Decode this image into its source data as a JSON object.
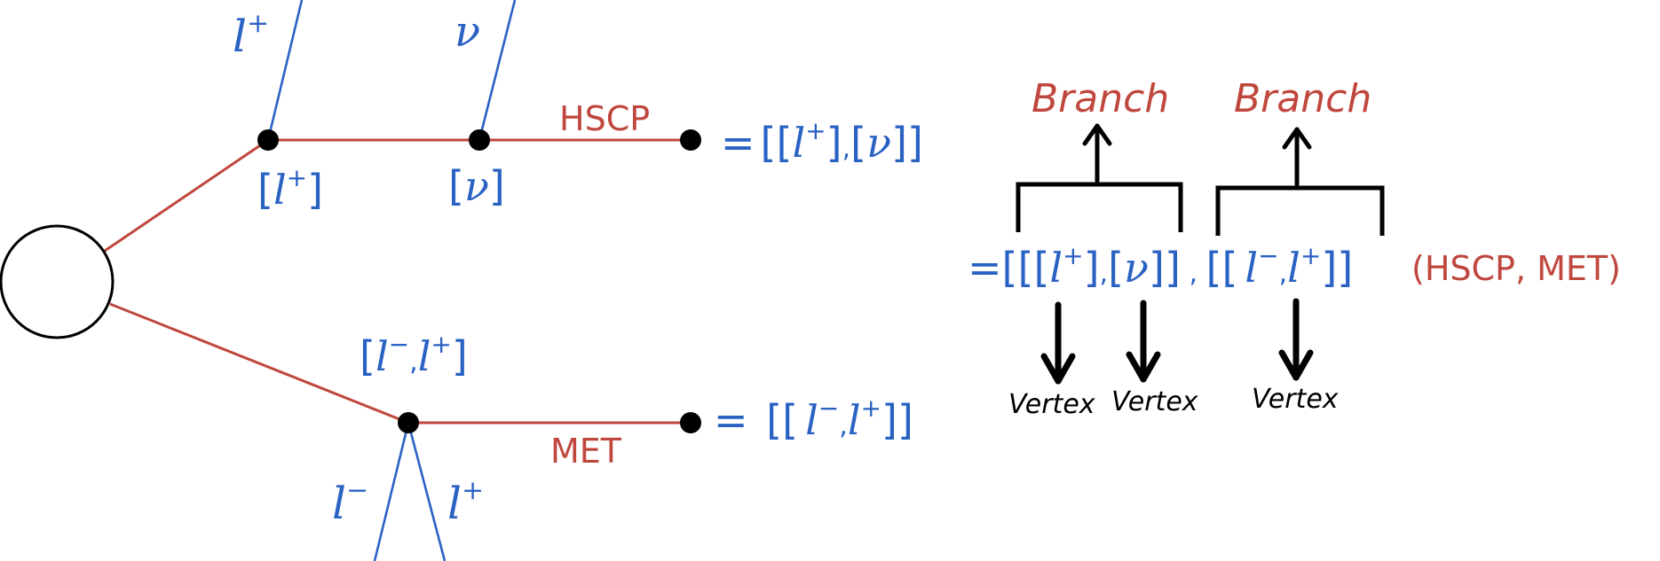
{
  "colors": {
    "blue": "#2a62c4",
    "red": "#c0473d",
    "black": "#000000"
  },
  "particles": {
    "l_plus_sym": "l",
    "plus": "+",
    "minus": "−",
    "nu_sym": "ν"
  },
  "brackets": {
    "open": "[",
    "close": "]",
    "double_open": "[[",
    "double_close": "]]",
    "triple_open": "[[[",
    "comma": ",",
    "comma_spaced": " , ",
    "equals": "=",
    "equals_spaced": "= "
  },
  "branches": {
    "top_label": "HSCP",
    "bottom_label": "MET"
  },
  "annotations": {
    "branch_label_1": "Branch",
    "branch_label_2": "Branch",
    "vertex_label_1": "Vertex",
    "vertex_label_2": "Vertex",
    "vertex_label_3": "Vertex",
    "final_types": "(HSCP, MET)"
  }
}
